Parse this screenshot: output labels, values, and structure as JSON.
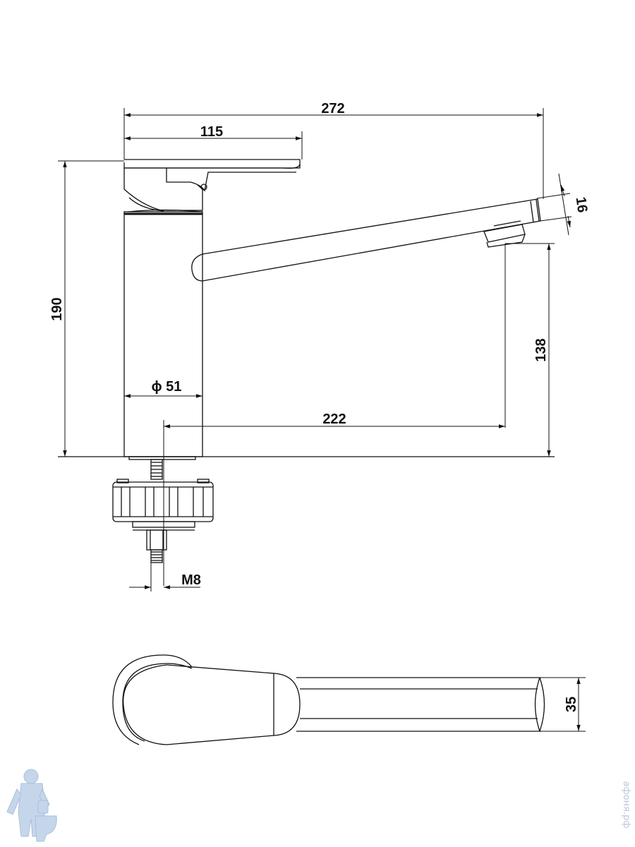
{
  "dimensions": {
    "overall_length": "272",
    "handle_length": "115",
    "total_height": "190",
    "outlet_thickness": "16",
    "outlet_height": "138",
    "body_diameter": "ϕ 51",
    "spout_reach": "222",
    "thread_size": "M8",
    "top_view_width": "35"
  },
  "watermark": {
    "site": "афоня.рф",
    "mascot_icon": "plumber-mascot-icon"
  },
  "colors": {
    "line": "#111111",
    "watermark": "#b9c9dc"
  }
}
